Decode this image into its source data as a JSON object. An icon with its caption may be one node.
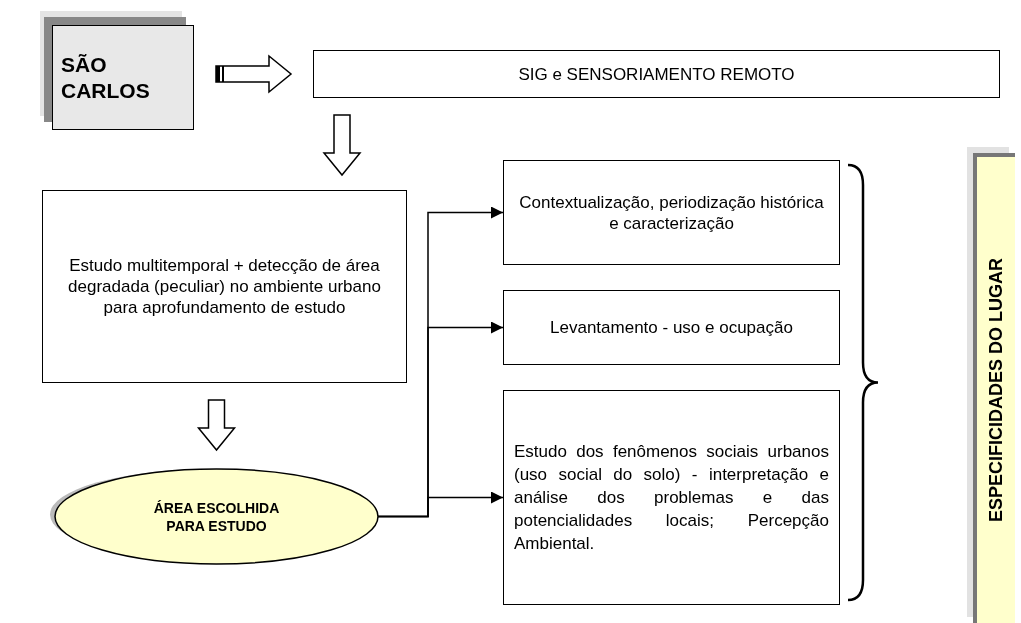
{
  "diagram": {
    "nodes": [
      {
        "text": [
          "SÃO CARLOS"
        ]
      },
      {
        "text": [
          "SIG e SENSORIAMENTO REMOTO"
        ]
      },
      {
        "text": [
          "Estudo multitemporal + detecção de área degradada (peculiar) no ambiente urbano para aprofundamento de estudo"
        ]
      },
      {
        "text": [
          "ÁREA ESCOLHIDA PARA ESTUDO"
        ]
      },
      {
        "text": [
          "Contextualização, periodização histórica e caracterização"
        ]
      },
      {
        "text": [
          "Levantamento - uso e ocupação"
        ]
      },
      {
        "text": [
          "Estudo dos fenômenos sociais urbanos (uso social do solo) - interpretação e análise dos problemas e das potencialidades locais; Percepção Ambiental."
        ]
      },
      {
        "text": [
          "ESPECIFICIDADES DO LUGAR"
        ]
      }
    ],
    "edges": [
      {
        "from": 0,
        "to": 1,
        "arrow": "to",
        "style": "thick"
      },
      {
        "from": 1,
        "to": 2,
        "arrow": "to",
        "style": "thick"
      },
      {
        "from": 2,
        "to": 3,
        "arrow": "to",
        "style": "thick"
      },
      {
        "from": 3,
        "to": 4,
        "arrow": "to"
      },
      {
        "from": 3,
        "to": 5,
        "arrow": "to"
      },
      {
        "from": 3,
        "to": 6,
        "arrow": "to"
      }
    ]
  }
}
